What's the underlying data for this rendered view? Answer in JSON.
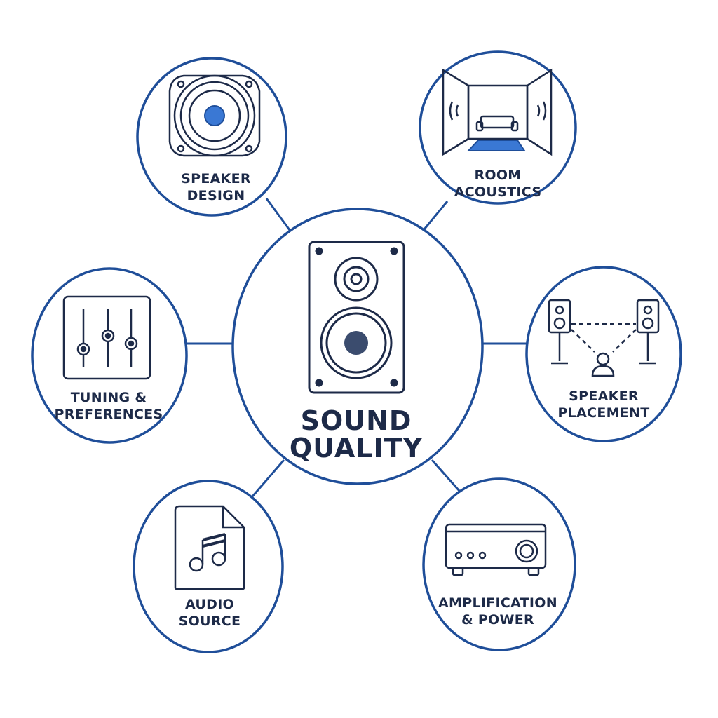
{
  "colors": {
    "ring": "#1f4e99",
    "ink": "#1d2a48",
    "accent": "#3a78d4",
    "hub_fill": "#3b4c6e"
  },
  "center": {
    "title_line1": "SOUND",
    "title_line2": "QUALITY",
    "icon": "floor-speaker-icon"
  },
  "nodes": [
    {
      "id": "speaker-design",
      "line1": "SPEAKER",
      "line2": "DESIGN",
      "icon": "speaker-driver-icon"
    },
    {
      "id": "room-acoustics",
      "line1": "ROOM",
      "line2": "ACOUSTICS",
      "icon": "listening-room-icon"
    },
    {
      "id": "tuning-preferences",
      "line1": "TUNING &",
      "line2": "PREFERENCES",
      "icon": "equalizer-sliders-icon"
    },
    {
      "id": "speaker-placement",
      "line1": "SPEAKER",
      "line2": "PLACEMENT",
      "icon": "stereo-triangle-icon"
    },
    {
      "id": "audio-source",
      "line1": "AUDIO",
      "line2": "SOURCE",
      "icon": "music-file-icon"
    },
    {
      "id": "amplification-power",
      "line1": "AMPLIFICATION",
      "line2": "& POWER",
      "icon": "amplifier-icon"
    }
  ]
}
